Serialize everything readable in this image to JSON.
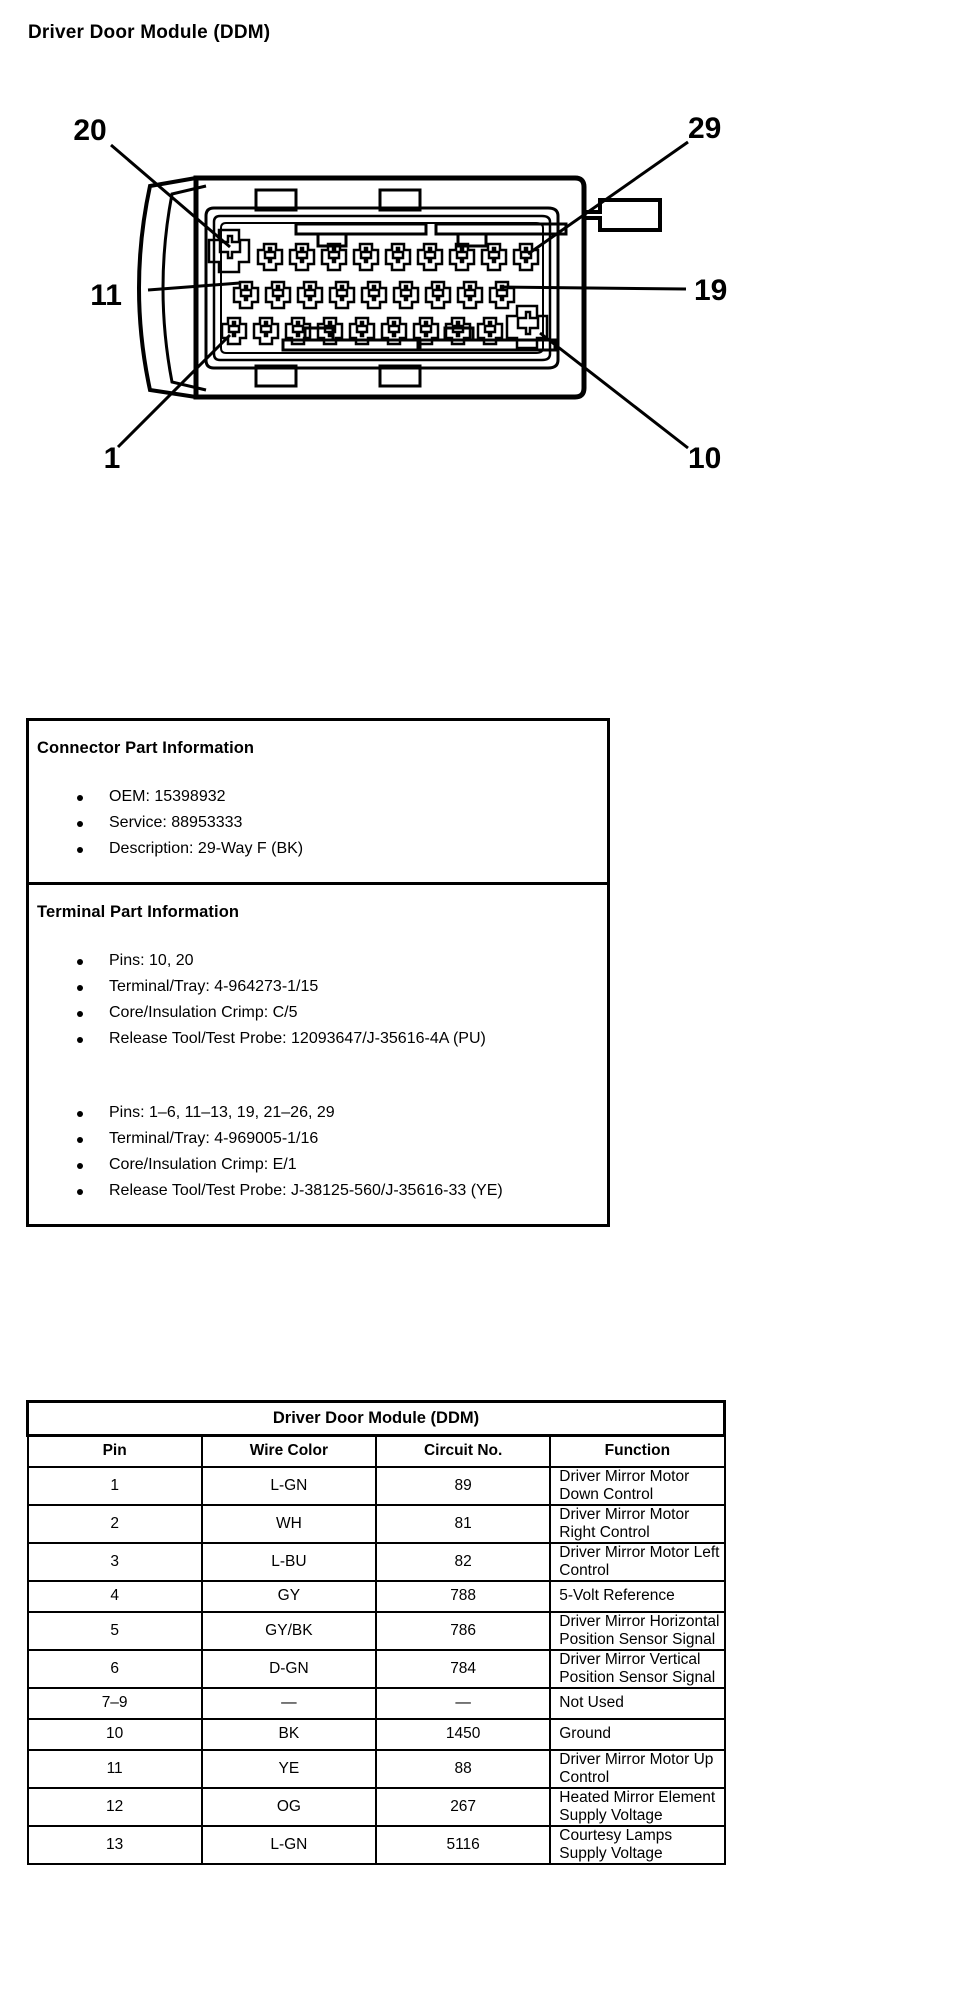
{
  "page": {
    "title": "Driver Door Module (DDM)"
  },
  "diagram": {
    "name": "ddm-connector-face-view",
    "callouts": [
      {
        "id": "callout-20",
        "label": "20"
      },
      {
        "id": "callout-29",
        "label": "29"
      },
      {
        "id": "callout-11",
        "label": "11"
      },
      {
        "id": "callout-19",
        "label": "19"
      },
      {
        "id": "callout-1",
        "label": "1"
      },
      {
        "id": "callout-10",
        "label": "10"
      }
    ]
  },
  "connector_part_information": {
    "heading": "Connector Part Information",
    "items": [
      "OEM: 15398932",
      "Service: 88953333",
      "Description: 29-Way F (BK)"
    ]
  },
  "terminal_part_information": {
    "heading": "Terminal Part Information",
    "group1": [
      "Pins: 10, 20",
      "Terminal/Tray: 4-964273-1/15",
      "Core/Insulation Crimp: C/5",
      "Release Tool/Test Probe: 12093647/J-35616-4A (PU)"
    ],
    "group2": [
      "Pins: 1–6, 11–13, 19, 21–26, 29",
      "Terminal/Tray: 4-969005-1/16",
      "Core/Insulation Crimp: E/1",
      "Release Tool/Test Probe: J-38125-560/J-35616-33 (YE)"
    ]
  },
  "pin_table": {
    "title": "Driver Door Module (DDM)",
    "columns": [
      "Pin",
      "Wire Color",
      "Circuit No.",
      "Function"
    ],
    "rows": [
      {
        "pin": "1",
        "wire": "L-GN",
        "circuit": "89",
        "function": "Driver Mirror Motor Down Control"
      },
      {
        "pin": "2",
        "wire": "WH",
        "circuit": "81",
        "function": "Driver Mirror Motor Right Control"
      },
      {
        "pin": "3",
        "wire": "L-BU",
        "circuit": "82",
        "function": "Driver Mirror Motor Left Control"
      },
      {
        "pin": "4",
        "wire": "GY",
        "circuit": "788",
        "function": "5-Volt Reference"
      },
      {
        "pin": "5",
        "wire": "GY/BK",
        "circuit": "786",
        "function": "Driver Mirror Horizontal Position Sensor Signal"
      },
      {
        "pin": "6",
        "wire": "D-GN",
        "circuit": "784",
        "function": "Driver Mirror Vertical Position Sensor Signal"
      },
      {
        "pin": "7–9",
        "wire": "—",
        "circuit": "—",
        "function": "Not Used"
      },
      {
        "pin": "10",
        "wire": "BK",
        "circuit": "1450",
        "function": "Ground"
      },
      {
        "pin": "11",
        "wire": "YE",
        "circuit": "88",
        "function": "Driver Mirror Motor Up Control"
      },
      {
        "pin": "12",
        "wire": "OG",
        "circuit": "267",
        "function": "Heated Mirror Element Supply Voltage"
      },
      {
        "pin": "13",
        "wire": "L-GN",
        "circuit": "5116",
        "function": "Courtesy Lamps Supply Voltage"
      }
    ]
  },
  "colors": {
    "ink": "#000000",
    "paper": "#ffffff"
  }
}
